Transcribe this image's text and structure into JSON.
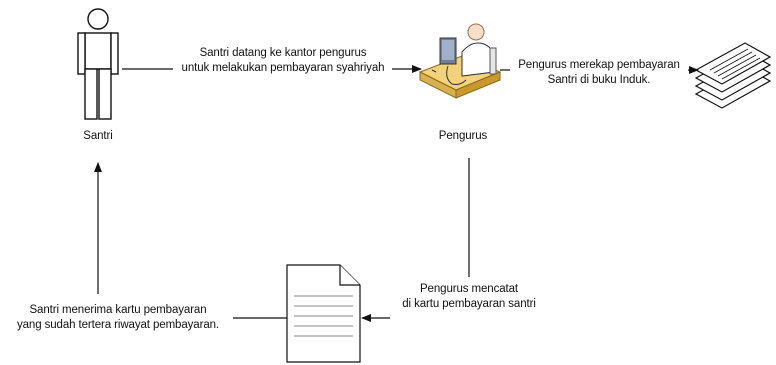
{
  "actors": {
    "santri": {
      "label": "Santri",
      "icon": "person-icon"
    },
    "pengurus": {
      "label": "Pengurus",
      "icon": "clerk-at-desk-icon"
    }
  },
  "documents": {
    "buku_induk": {
      "icon": "stacked-documents-icon"
    },
    "kartu_pembayaran": {
      "icon": "document-icon"
    }
  },
  "flows": [
    {
      "from": "santri",
      "to": "pengurus",
      "lines": [
        "Santri datang ke kantor pengurus",
        "untuk melakukan pembayaran syahriyah"
      ]
    },
    {
      "from": "pengurus",
      "to": "buku_induk",
      "lines": [
        "Pengurus merekap pembayaran",
        "Santri di buku Induk."
      ]
    },
    {
      "from": "pengurus",
      "to": "kartu_pembayaran",
      "lines": [
        "Pengurus mencatat",
        "di kartu pembayaran santri"
      ]
    },
    {
      "from": "kartu_pembayaran",
      "to": "santri",
      "lines": [
        "Santri menerima kartu pembayaran",
        "yang sudah tertera riwayat pembayaran."
      ]
    }
  ],
  "colors": {
    "stroke": "#111111",
    "desk": "#f2d27a",
    "desk_edge": "#c7a23d",
    "skin": "#f7dfc9"
  }
}
